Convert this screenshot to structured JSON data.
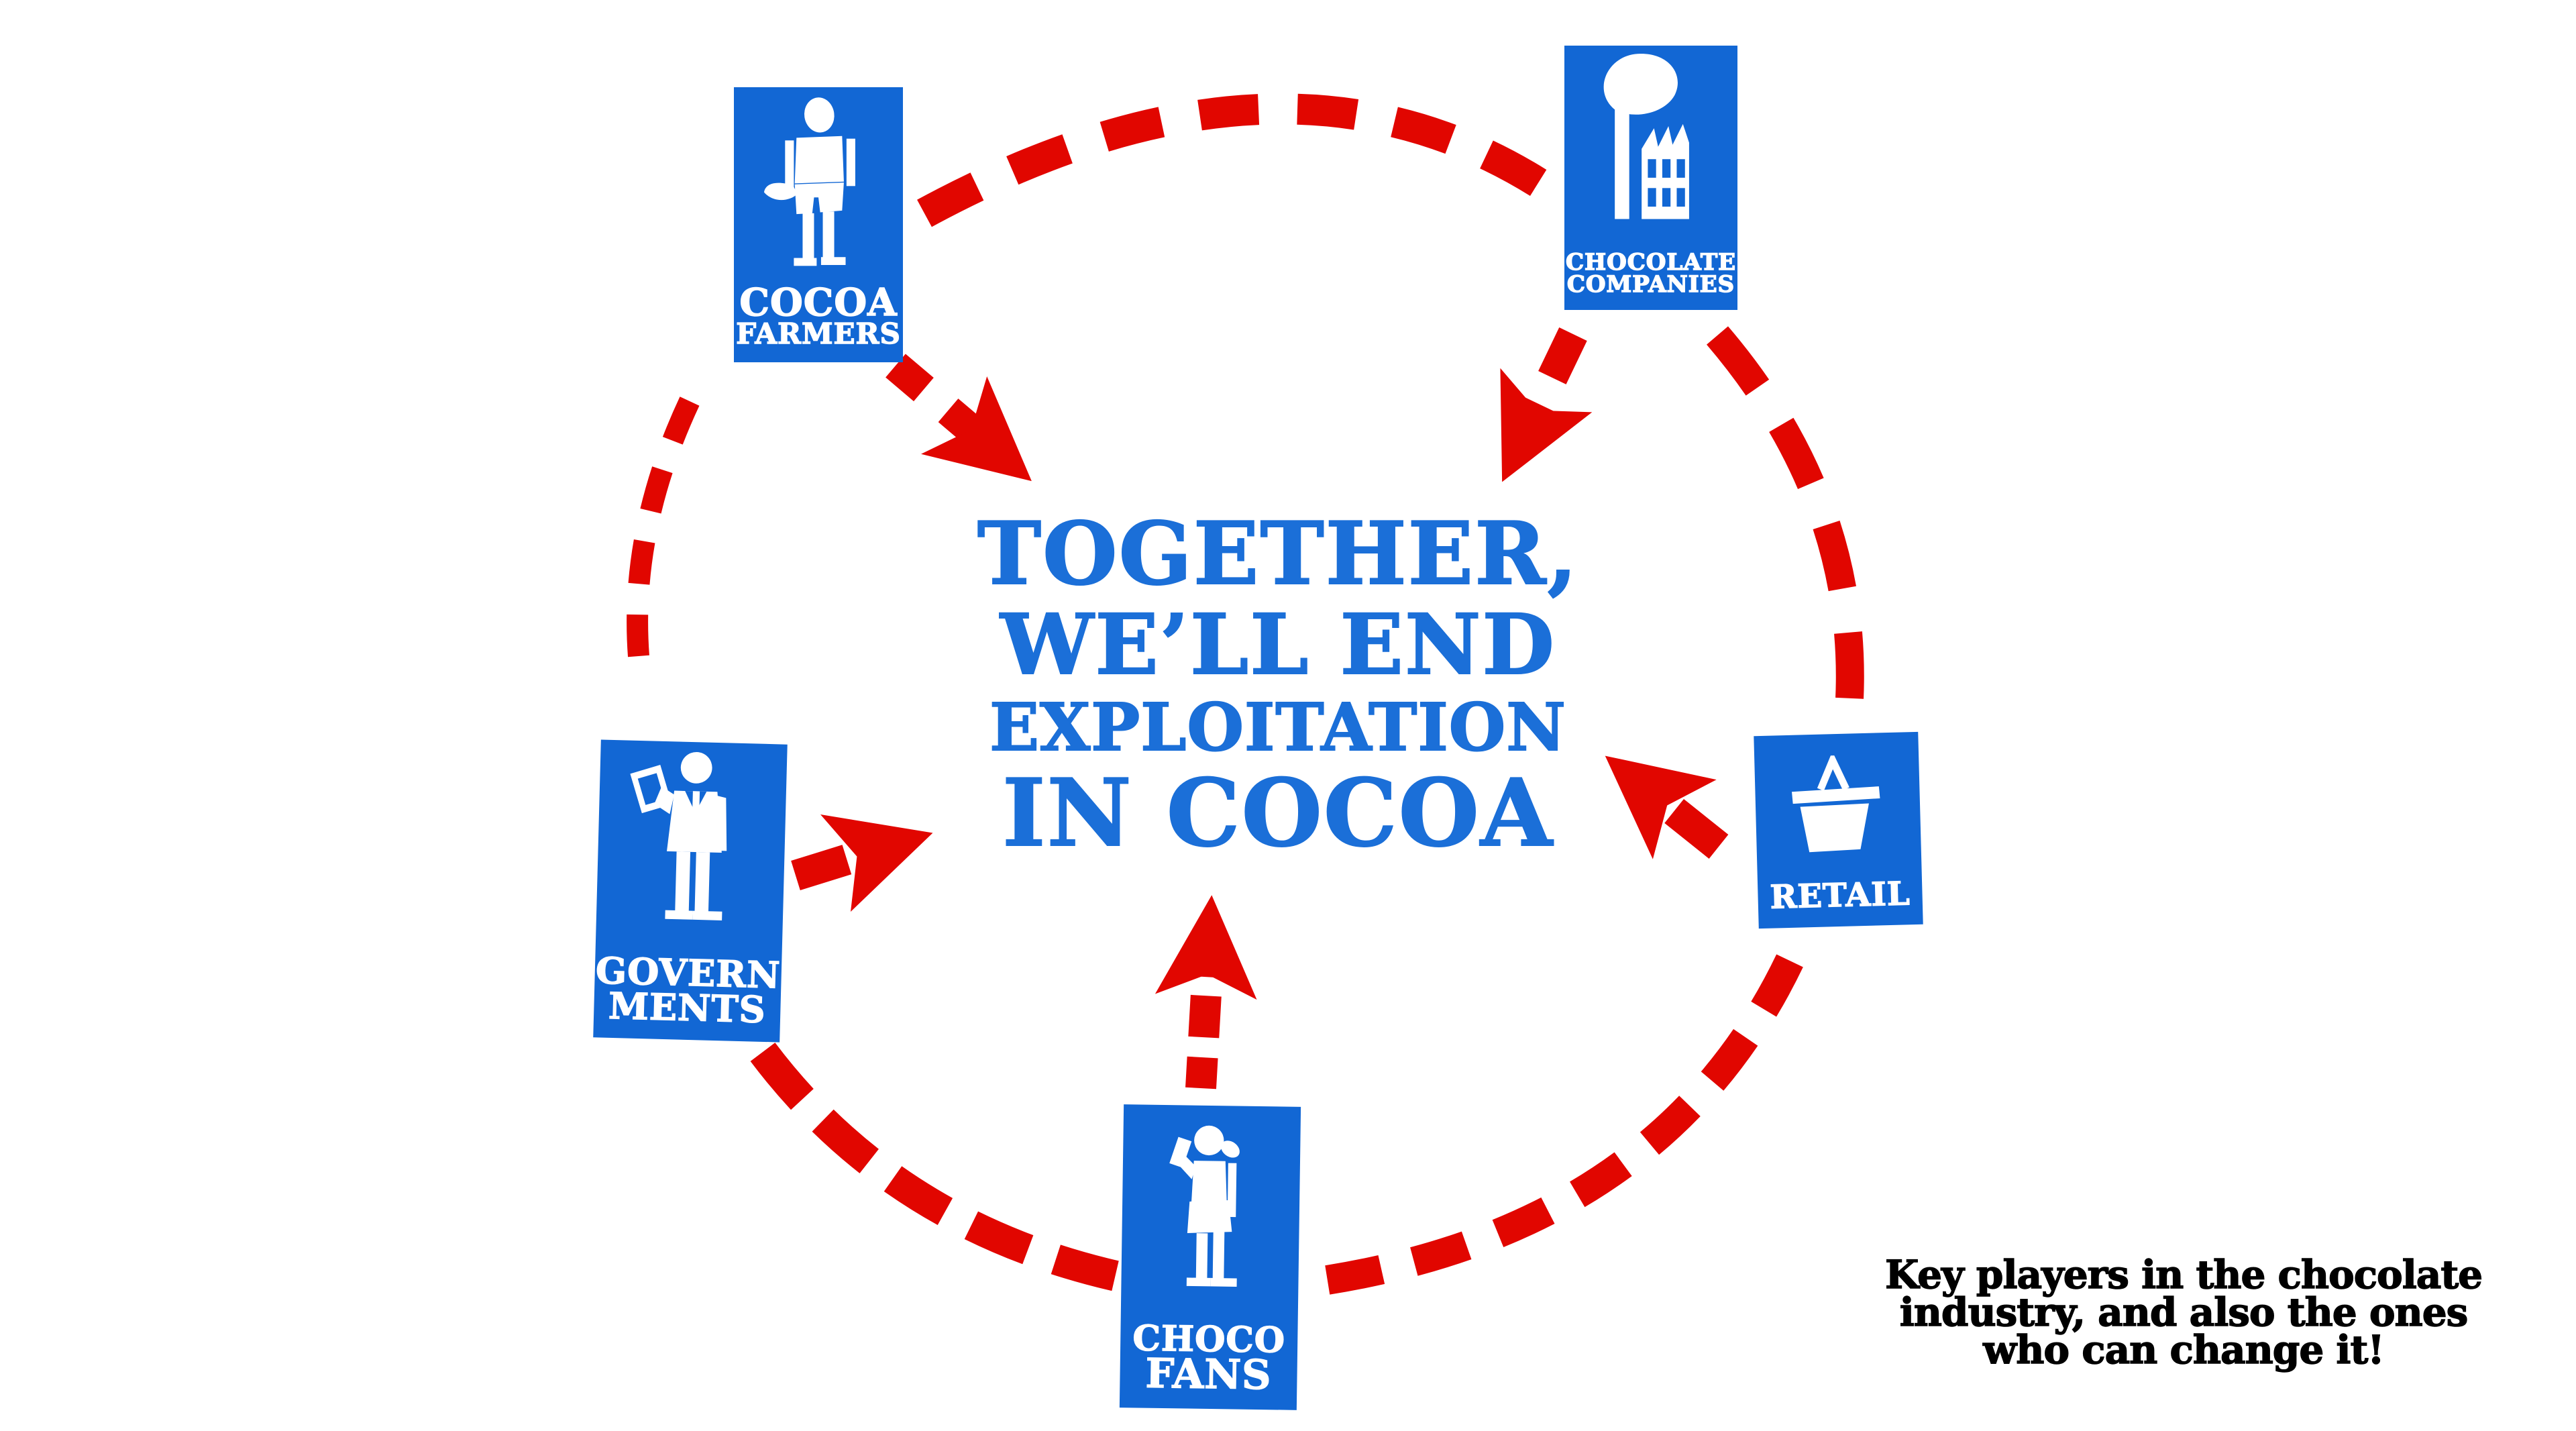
{
  "colors": {
    "blue": "#1267D4",
    "textblue": "#1B6FD8",
    "red": "#E10600",
    "ink": "#000000"
  },
  "center_message": {
    "lines": [
      "TOGETHER,",
      "WE’LL END",
      "EXPLOITATION",
      "IN COCOA"
    ]
  },
  "caption": {
    "lines": [
      "Key players in the chocolate",
      "industry, and also the ones",
      "who can change it!"
    ]
  },
  "players": [
    {
      "id": "cocoa-farmers",
      "label_lines": [
        "COCOA",
        "FARMERS"
      ],
      "icon": "farmer-with-machete-icon"
    },
    {
      "id": "chocolate-companies",
      "label_lines": [
        "CHOCOLATE",
        "COMPANIES"
      ],
      "icon": "factory-icon"
    },
    {
      "id": "governments",
      "label_lines": [
        "GOVERN",
        "MENTS"
      ],
      "icon": "official-with-clipboard-icon"
    },
    {
      "id": "retail",
      "label_lines": [
        "RETAIL"
      ],
      "icon": "shopping-basket-icon"
    },
    {
      "id": "choco-fans",
      "label_lines": [
        "CHOCO",
        "FANS"
      ],
      "icon": "chocolate-eater-icon"
    }
  ],
  "relationships": {
    "circle_members": [
      "cocoa-farmers",
      "chocolate-companies",
      "retail",
      "choco-fans",
      "governments"
    ],
    "arrows_to_center": [
      "cocoa-farmers",
      "chocolate-companies",
      "governments",
      "retail",
      "choco-fans"
    ]
  }
}
